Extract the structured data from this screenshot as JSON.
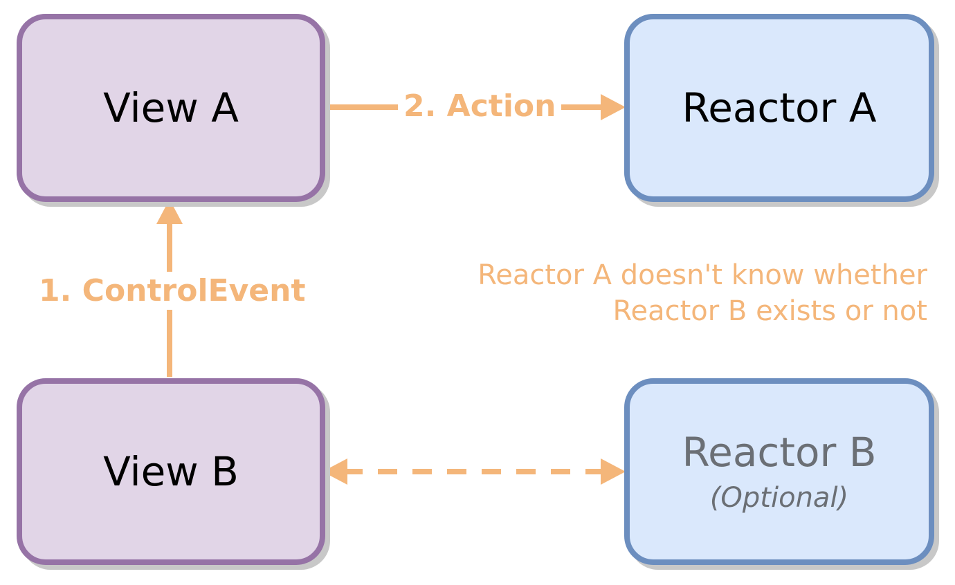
{
  "nodes": {
    "view_a": {
      "title": "View A"
    },
    "reactor_a": {
      "title": "Reactor A"
    },
    "view_b": {
      "title": "View B"
    },
    "reactor_b": {
      "title": "Reactor B",
      "subtitle": "(Optional)"
    }
  },
  "edges": {
    "control_event": {
      "label": "1. ControlEvent",
      "from": "View B",
      "to": "View A",
      "style": "solid"
    },
    "action": {
      "label": "2. Action",
      "from": "View A",
      "to": "Reactor A",
      "style": "solid"
    },
    "binding": {
      "from": "View B",
      "to": "Reactor B",
      "style": "dashed",
      "bidirectional": true
    }
  },
  "note": {
    "line1": "Reactor A doesn't know whether",
    "line2": "Reactor B exists or not"
  },
  "colors": {
    "view_fill": "#e1d5e7",
    "view_border": "#9673a6",
    "reactor_fill": "#dae8fc",
    "reactor_border": "#6c8ebf",
    "arrow": "#f4b67a",
    "muted_text": "#6b6f75"
  }
}
